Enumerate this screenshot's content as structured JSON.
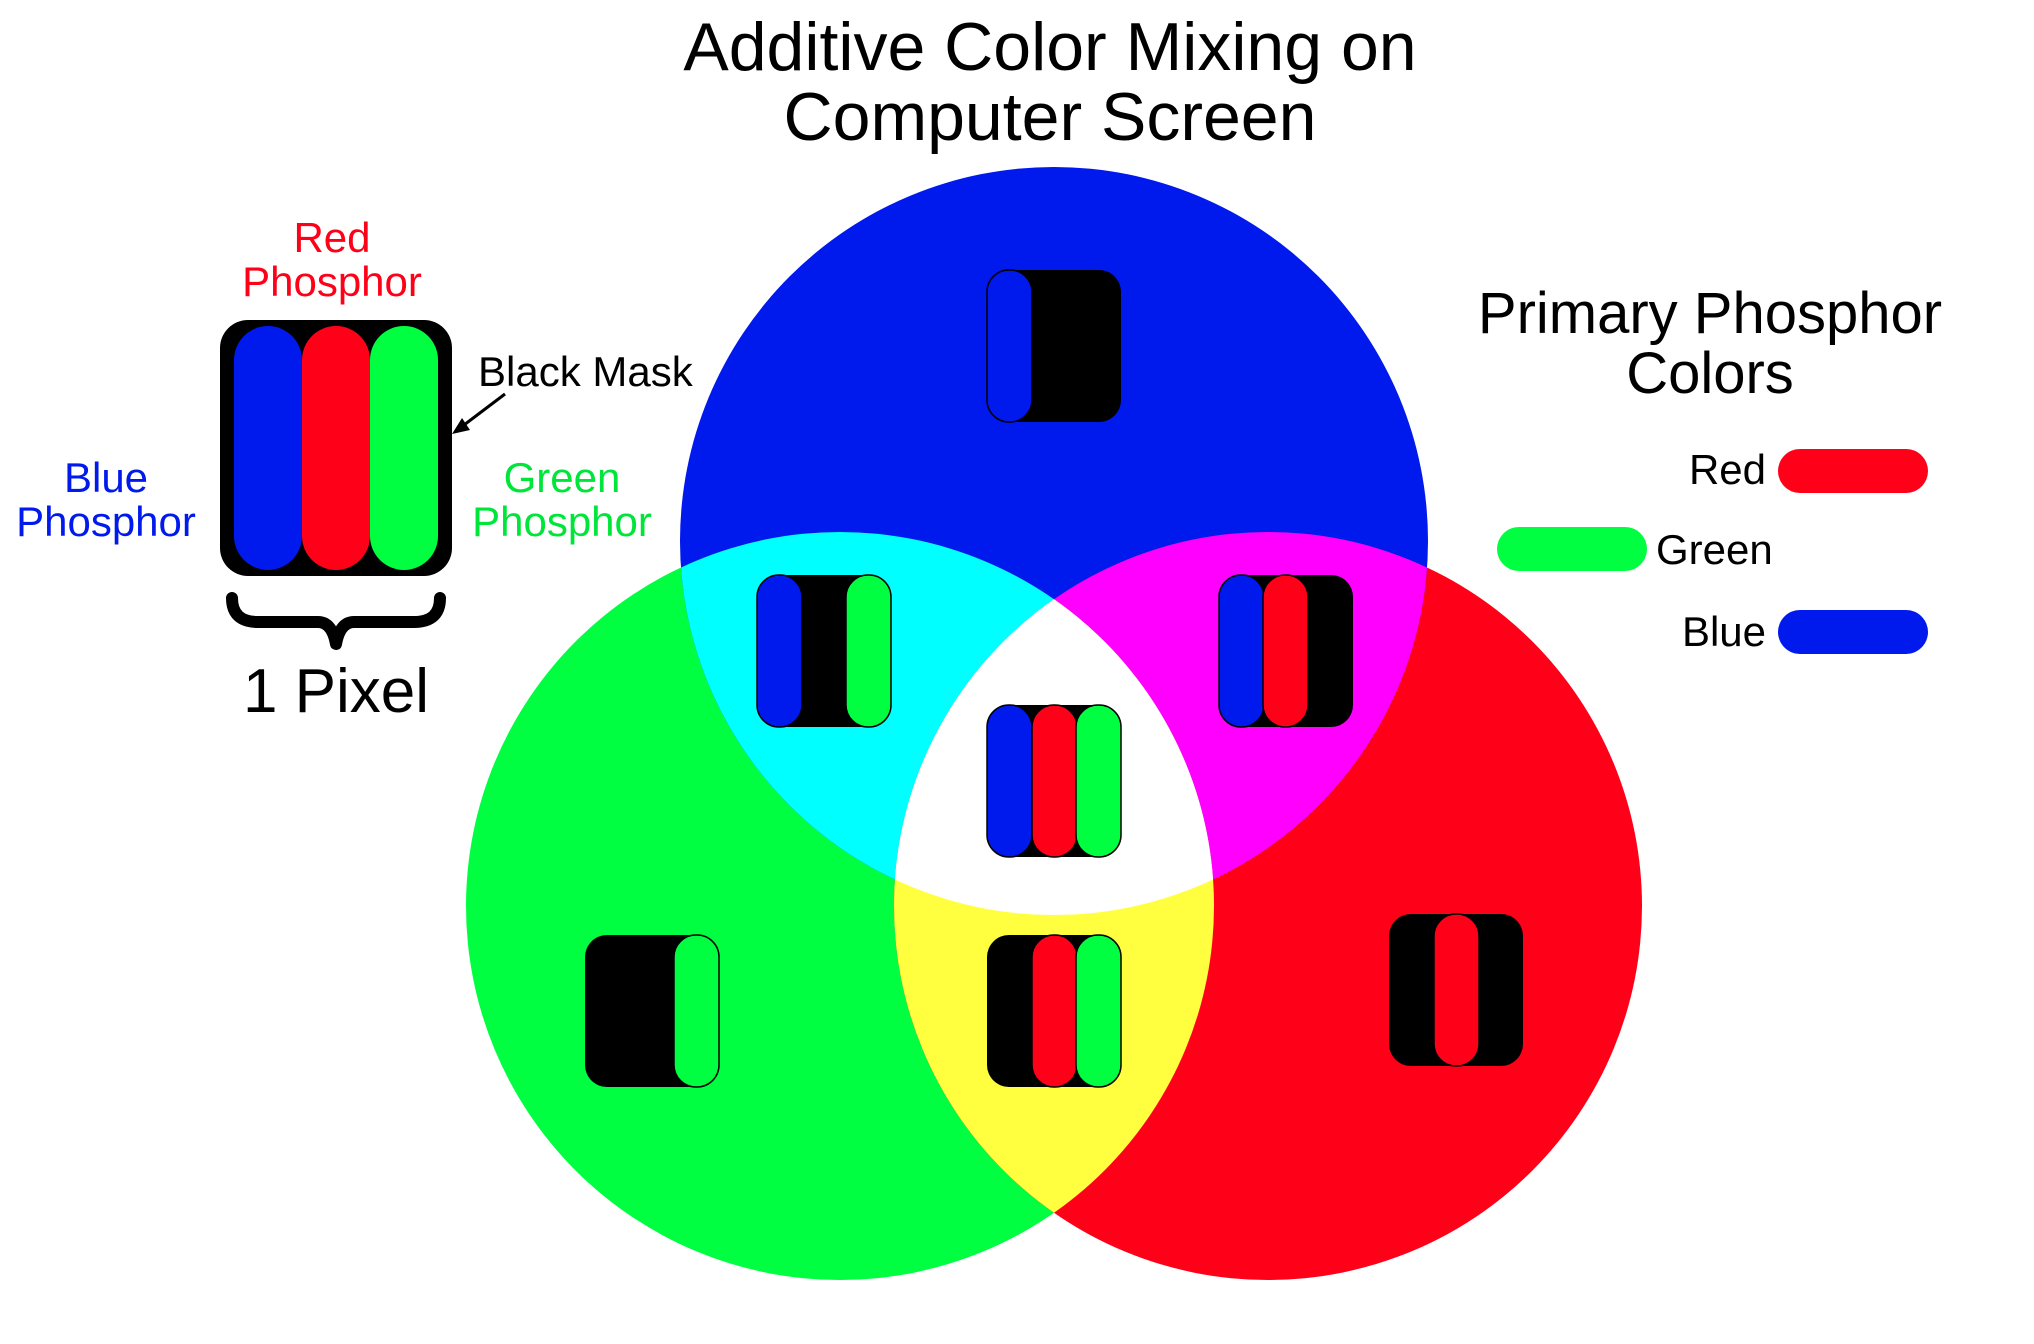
{
  "title": {
    "line1": "Additive Color Mixing on",
    "line2": "Computer Screen"
  },
  "pixel_diagram": {
    "red_label_line1": "Red",
    "red_label_line2": "Phosphor",
    "blue_label_line1": "Blue",
    "blue_label_line2": "Phosphor",
    "green_label_line1": "Green",
    "green_label_line2": "Phosphor",
    "mask_label": "Black Mask",
    "pixel_label": "1 Pixel"
  },
  "legend": {
    "title_line1": "Primary Phosphor",
    "title_line2": "Colors",
    "items": [
      {
        "label": "Red",
        "color": "#ff0019"
      },
      {
        "label": "Green",
        "color": "#00ff40"
      },
      {
        "label": "Blue",
        "color": "#0019ec"
      }
    ]
  },
  "colors": {
    "red": "#ff0019",
    "green": "#00ff40",
    "blue": "#0019ec",
    "cyan": "#00ffff",
    "magenta": "#ff00ff",
    "yellow": "#ffff40",
    "white": "#ffffff",
    "mask": "#000000"
  },
  "venn": {
    "circles": [
      "Blue",
      "Green",
      "Red"
    ],
    "overlaps": [
      "Blue + Green",
      "Blue + Red",
      "Green + Red",
      "Blue + Green + Red"
    ]
  }
}
